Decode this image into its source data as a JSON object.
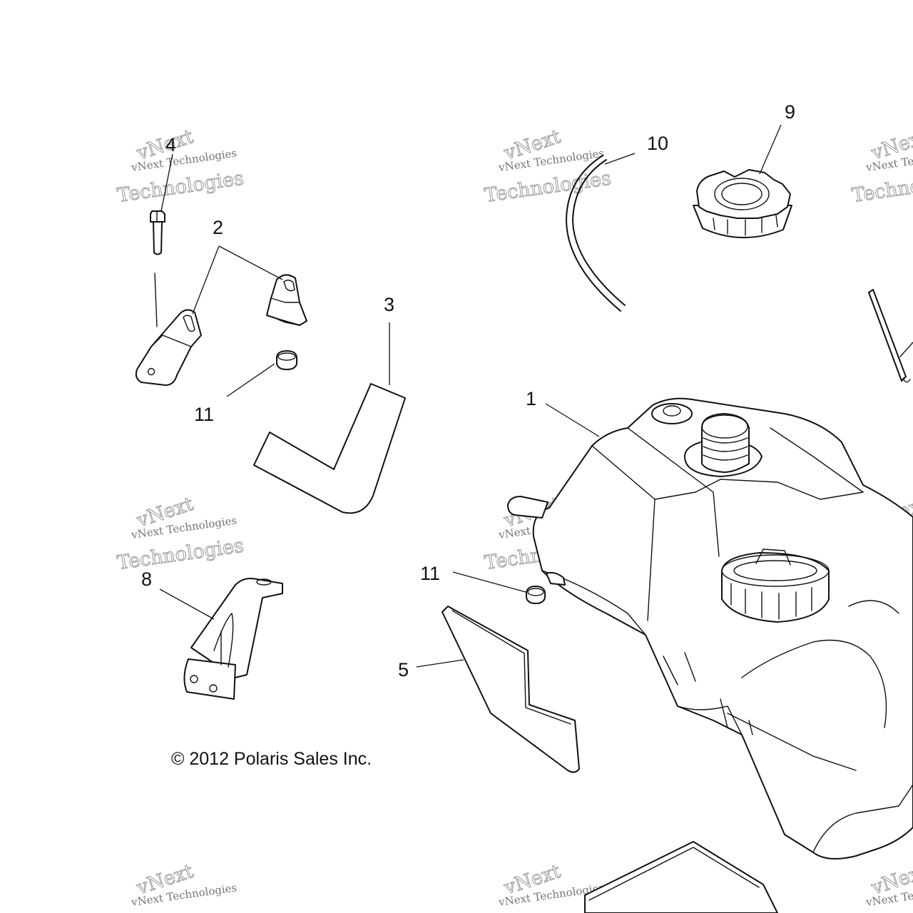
{
  "diagram": {
    "callouts": {
      "c1": "1",
      "c2": "2",
      "c3": "3",
      "c4": "4",
      "c5": "5",
      "c8": "8",
      "c9": "9",
      "c10": "10",
      "c11a": "11",
      "c11b": "11"
    },
    "copyright": "© 2012 Polaris Sales Inc.",
    "watermark": {
      "line1": "vNext Technologies",
      "line2": "vNext",
      "line3": "Technologies"
    }
  }
}
